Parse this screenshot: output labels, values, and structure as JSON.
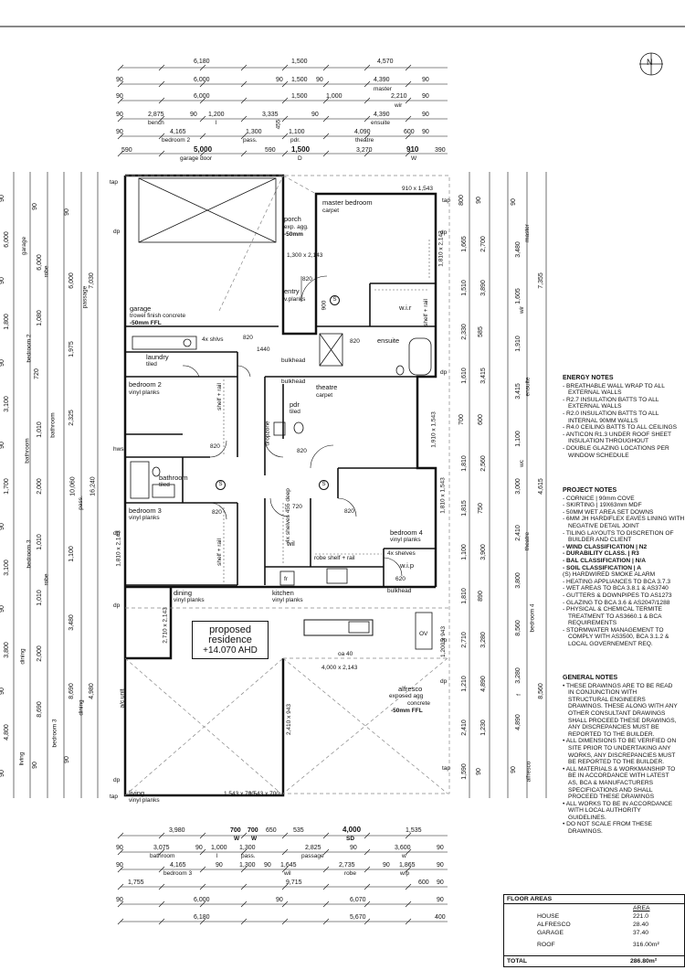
{
  "plan": {
    "proposed": [
      "proposed",
      "residence"
    ],
    "ahd": "+14.070 AHD",
    "north_label": "N"
  },
  "top_dims": {
    "row1": [
      "6,180",
      "1,500",
      "4,570"
    ],
    "row2": [
      "90",
      "6,000",
      "90",
      "1,500",
      "90",
      "4,390",
      "90"
    ],
    "row2_sub": "master",
    "row3": [
      "90",
      "6,000",
      "1,500",
      "1,000",
      "2,210",
      "90"
    ],
    "row3_sub": "wir",
    "row4": [
      "90",
      "2,875",
      "90",
      "1,200",
      "3,335",
      "90",
      "4,390",
      "90"
    ],
    "row4_sub": [
      "bench",
      "l",
      "ensuite"
    ],
    "row5": [
      "90",
      "4,165",
      "1,300",
      "1,100",
      "4,090",
      "600",
      "90"
    ],
    "row5_sub": [
      "bedroom 2",
      "pass.",
      "pdr.",
      "theatre"
    ],
    "row5_small": "455",
    "row6": [
      "590",
      "5,000",
      "590",
      "1,500",
      "3,270",
      "910",
      "390"
    ],
    "row6_sub": [
      "garage door",
      "D",
      "W"
    ]
  },
  "bottom_dims": {
    "row1": [
      "3,980",
      "700",
      "700",
      "650",
      "535",
      "4,000",
      "1,535"
    ],
    "row1_sub": [
      "W",
      "W",
      "SD"
    ],
    "row2": [
      "90",
      "3,075",
      "90",
      "1,000",
      "1,300",
      "2,825",
      "90",
      "3,600",
      "90"
    ],
    "row2_sub": [
      "bathroom",
      "l",
      "pass.",
      "passage",
      "w"
    ],
    "row3": [
      "90",
      "4,165",
      "90",
      "1,300",
      "90",
      "1,645",
      "2,735",
      "90",
      "1,865",
      "90"
    ],
    "row3_sub": [
      "bedroom 3",
      "wil",
      "robe",
      "w/p"
    ],
    "row4": [
      "1,755",
      "9,715",
      "600",
      "90"
    ],
    "row5": [
      "90",
      "6,000",
      "90",
      "6,070",
      "90"
    ],
    "row6": [
      "6,180",
      "5,670",
      "400"
    ]
  },
  "left_dims": {
    "c1": [
      "90",
      "6,000",
      "90",
      "1,800",
      "90",
      "3,100",
      "90",
      "1,700",
      "90",
      "3,100",
      "90",
      "3,800",
      "90",
      "4,800",
      "90"
    ],
    "c1_sub": [
      "garage",
      "bedroom 2",
      "bathroom",
      "bedroom 3",
      "dining",
      "living"
    ],
    "c2": [
      "90",
      "6,000",
      "1,080",
      "720",
      "1,010",
      "2,000",
      "1,010",
      "1,010",
      "2,000",
      "8,690",
      "90"
    ],
    "c2_sub": [
      "robe",
      "bathroom",
      "robe",
      "bedroom 3"
    ],
    "c3": [
      "90",
      "6,000",
      "1,975",
      "2,325",
      "10,060",
      "1,100",
      "3,480",
      "8,690",
      "90"
    ],
    "c3_sub": [
      "passage",
      "pass.",
      "dining"
    ],
    "c4": [
      "7,030",
      "16,240",
      "4,980"
    ]
  },
  "right_dims": {
    "c1": [
      "800",
      "1,665",
      "1,510",
      "2,330",
      "1,610",
      "700",
      "1,810",
      "1,815",
      "1,100",
      "1,810",
      "2,710",
      "1,210",
      "2,410",
      "1,590"
    ],
    "c2": [
      "90",
      "2,700",
      "3,890",
      "585",
      "3,415",
      "600",
      "2,560",
      "750",
      "3,900",
      "890",
      "3,280",
      "4,890",
      "1,230",
      "90"
    ],
    "c3": [
      "90",
      "3,480",
      "1,605",
      "1,910",
      "3,415",
      "1,100",
      "3,000",
      "2,410",
      "3,800",
      "8,560",
      "3,280",
      "4,890",
      "90"
    ],
    "c3_sub": [
      "master",
      "wir",
      "ensuite",
      "wc",
      "theatre",
      "bedroom 4",
      "f",
      "alfresco"
    ],
    "c4": [
      "7,355",
      "4,615",
      "8,560"
    ]
  },
  "rooms": {
    "porch": [
      "porch",
      "exp. agg.",
      "-50mm"
    ],
    "master": [
      "master bedroom",
      "carpet"
    ],
    "entry": [
      "entry",
      "v.planks"
    ],
    "garage": [
      "garage",
      "trowel finish concrete",
      "-50mm FFL"
    ],
    "laundry": [
      "laundry",
      "tiled"
    ],
    "wir": "w.i.r",
    "ensuite": "ensuite",
    "bedroom2": [
      "bedroom 2",
      "vinyl planks"
    ],
    "theatre": [
      "theatre",
      "carpet"
    ],
    "pdr": [
      "pdr",
      "tiled"
    ],
    "dropzone": "dropzone",
    "bathroom": [
      "bathroom",
      "tiled"
    ],
    "bedroom3": [
      "bedroom 3",
      "vinyl planks"
    ],
    "wil": "wil",
    "bedroom4": [
      "bedroom 4",
      "vinyl planks"
    ],
    "wip": "w.i.p",
    "dining": [
      "dining",
      "vinyl planks"
    ],
    "kitchen": [
      "kitchen",
      "vinyl planks"
    ],
    "alfresco": [
      "alfresco",
      "exposed agg",
      "concrete",
      "-50mm FFL"
    ],
    "living": [
      "living",
      "vinyl planks"
    ]
  },
  "annotations": {
    "shelf_rail": "shelf + rail",
    "robe_shelf": "robe shelf + rail",
    "shelves4": "4x shelves",
    "shelves4_2": "4x shelves 455 deep",
    "shlvs4": "4x shlvs",
    "bulkhead": "bulkhead",
    "tap": "tap",
    "dp": "dp",
    "hws": "hws",
    "ac": "a/c unit",
    "w820": "820",
    "w720": "720",
    "w620": "620",
    "w900": "900",
    "door1440": "1440",
    "win_sizes": [
      "910 x 1,543",
      "1,300 x 2,143",
      "1,810 x 2,143",
      "1,910 x 1,543",
      "4,000 x 2,143",
      "1,543 x 700",
      "1,543 x 700",
      "2,710 x 2,143",
      "2,410 x 943",
      "1,810 x 1,543",
      "1,200 x 943",
      "1,810 x 2,143"
    ],
    "fr": "fr",
    "ov": "OV",
    "oa": "oa 40",
    "s": "S"
  },
  "energy_notes": {
    "title": "ENERGY NOTES",
    "items": [
      "- BREATHABLE WALL WRAP TO ALL EXTERNAL WALLS",
      "- R2.7 INSULATION BATTS TO ALL EXTERNAL WALLS",
      "- R2.0 INSULATION BATTS TO ALL INTERNAL 90MM WALLS",
      "- R4.0 CEILING BATTS TO ALL CEILINGS",
      "- ANTICON R1.3 UNDER ROOF SHEET INSULATION THROUGHOUT",
      "- DOUBLE GLAZING LOCATIONS PER WINDOW SCHEDULE"
    ]
  },
  "project_notes": {
    "title": "PROJECT NOTES",
    "items": [
      "- CORNICE | 90mm COVE",
      "- SKIRTING | 19X63mm MDF",
      "- 50MM WET AREA SET DOWNS",
      "- 6MM JH HARDIFLEX EAVES LINING WITH NEGATIVE DETAIL JOINT",
      "- TILING LAYOUTS TO DISCRETION OF BUILDER AND CLIENT",
      "- WIND CLASSIFICATION | N2",
      "- DURABILITY CLASS. | R3",
      "- BAL CLASSIFICATION | N/A",
      "- SOIL CLASSIFICATION | A",
      "(S) HARDWIRED SMOKE ALARM",
      "- HEATING APPLIANCES TO BCA 3.7.3",
      "- WET AREAS TO BCA 3.8.1 & AS3740",
      "- GUTTERS & DOWNPIPES TO AS1273",
      "- GLAZING TO BCA 3.6 & AS2047/1288",
      "- PHYSICAL & CHEMICAL TERMITE TREATMENT TO AS3660.1 & BCA REQUIREMENTS",
      "- STORMWATER MANAGEMENT TO COMPLY WITH AS3500, BCA 3.1.2 & LOCAL GOVERNEMENT REQ."
    ]
  },
  "general_notes": {
    "title": "GENERAL NOTES",
    "items": [
      "• THESE DRAWINGS ARE TO BE READ IN CONJUNCTION WITH STRUCTURAL ENGINEERS DRAWINGS. THESE ALONG WITH ANY OTHER CONSULTANT DRAWINGS SHALL PROCEED THESE DRAWINGS, ANY DISCREPANCIES MUST BE REPORTED TO THE BUILDER.",
      "• ALL DIMENSIONS TO BE VERIFIED ON SITE PRIOR TO UNDERTAKING ANY WORKS, ANY DISCREPANCIES MUST BE REPORTED TO THE BUILDER.",
      "• ALL MATERIALS & WORKMANSHIP TO BE IN ACCORDANCE WITH LATEST AS, BCA & MANUFACTURERS SPECIFICATIONS AND SHALL PROCEED THESE DRAWINGS",
      "• ALL WORKS TO BE IN ACCORDANCE WITH LOCAL AUTHORITY GUIDELINES.",
      "• DO NOT SCALE FROM THESE DRAWINGS."
    ]
  },
  "floor_areas": {
    "title": "FLOOR AREAS",
    "col": "AREA",
    "rows": [
      {
        "name": "HOUSE",
        "value": "221.0"
      },
      {
        "name": "ALFRESCO",
        "value": "28.40"
      },
      {
        "name": "GARAGE",
        "value": "37.40"
      },
      {
        "name": "ROOF",
        "value": "316.00m²"
      }
    ],
    "total_label": "TOTAL",
    "total_value": "286.80m²"
  }
}
